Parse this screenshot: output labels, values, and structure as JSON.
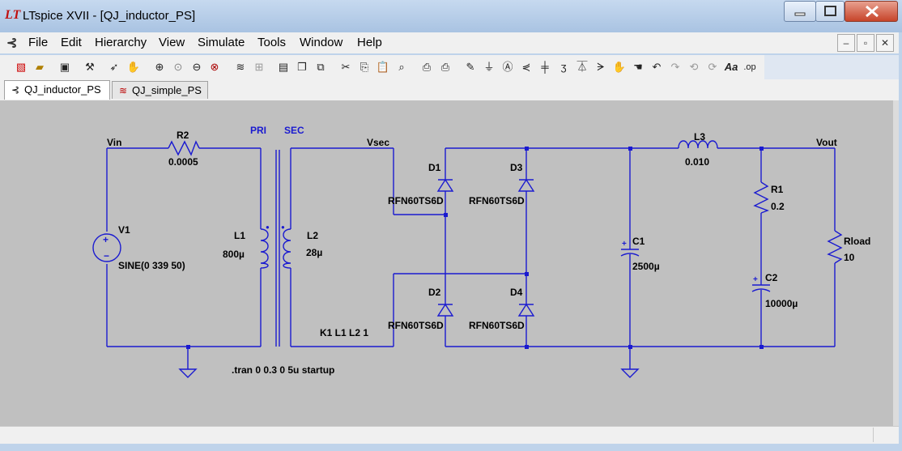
{
  "window": {
    "title": "LTspice XVII - [QJ_inductor_PS]",
    "app_icon": "LT",
    "controls": {
      "minimize": "minimize-icon",
      "maximize": "maximize-icon",
      "close": "close-icon"
    }
  },
  "menu": {
    "items": [
      "File",
      "Edit",
      "Hierarchy",
      "View",
      "Simulate",
      "Tools",
      "Window",
      "Help"
    ]
  },
  "toolbar": {
    "icons": [
      "new-schematic-icon",
      "open-icon",
      "save-icon",
      "control-panel-icon",
      "run-icon",
      "halt-icon",
      "zoom-in-icon",
      "zoom-pan-icon",
      "zoom-out-icon",
      "zoom-fit-icon",
      "waveform-icon",
      "autorange-icon",
      "tile-horizontal-icon",
      "cascade-icon",
      "close-all-icon",
      "cut-icon",
      "copy-icon",
      "paste-icon",
      "find-icon",
      "print-setup-icon",
      "print-icon",
      "wire-icon",
      "ground-icon",
      "label-net-icon",
      "resistor-icon",
      "capacitor-icon",
      "inductor-icon",
      "diode-icon",
      "component-icon",
      "move-icon",
      "drag-icon",
      "undo-icon",
      "redo-icon",
      "rotate-icon",
      "mirror-icon",
      "text-icon",
      "spice-directive-icon"
    ],
    "text_button": "Aa",
    "op_button": ".op"
  },
  "tabs": [
    {
      "label": "QJ_inductor_PS",
      "active": true,
      "icon": "schematic-icon"
    },
    {
      "label": "QJ_simple_PS",
      "active": false,
      "icon": "waveform-icon"
    }
  ],
  "schematic": {
    "wire_color": "#1a1ad0",
    "net_labels": {
      "vin": "Vin",
      "vsec": "Vsec",
      "vout": "Vout",
      "pri": "PRI",
      "sec": "SEC"
    },
    "components": {
      "r2": {
        "name": "R2",
        "value": "0.0005"
      },
      "v1": {
        "name": "V1",
        "value": "SINE(0 339 50)"
      },
      "l1": {
        "name": "L1",
        "value": "800µ"
      },
      "l2": {
        "name": "L2",
        "value": "28µ"
      },
      "d1": {
        "name": "D1",
        "value": "RFN60TS6D"
      },
      "d2": {
        "name": "D2",
        "value": "RFN60TS6D"
      },
      "d3": {
        "name": "D3",
        "value": "RFN60TS6D"
      },
      "d4": {
        "name": "D4",
        "value": "RFN60TS6D"
      },
      "c1": {
        "name": "C1",
        "value": "2500µ"
      },
      "l3": {
        "name": "L3",
        "value": "0.010"
      },
      "r1": {
        "name": "R1",
        "value": "0.2"
      },
      "c2": {
        "name": "C2",
        "value": "10000µ"
      },
      "rload": {
        "name": "Rload",
        "value": "10"
      }
    },
    "directives": {
      "coupling": "K1 L1 L2 1",
      "tran": ".tran 0 0.3 0 5u startup"
    }
  }
}
